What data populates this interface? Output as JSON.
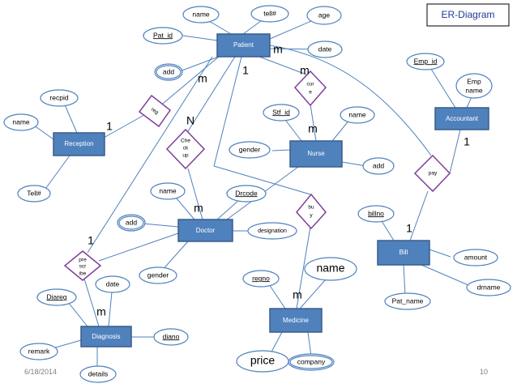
{
  "title": "ER-Diagram",
  "footer": {
    "date": "6/18/2014",
    "page": "10"
  },
  "entities": {
    "patient": "Patient",
    "reception": "Reception",
    "nurse": "Nurse",
    "accountant": "Accountant",
    "doctor": "Doctor",
    "bill": "Bill",
    "medicine": "Medicine",
    "diagnosis": "Diagnosis"
  },
  "relationships": {
    "reg": "reg",
    "cure": [
      "cur",
      "e"
    ],
    "checkup": [
      "Che",
      "ck",
      "up"
    ],
    "pay": "pay",
    "buy": [
      "bu",
      "y"
    ],
    "prescribe": [
      "pre",
      "scr",
      "ibe"
    ]
  },
  "attributes": {
    "patient_name": "name",
    "patient_tell": "tell#",
    "patient_age": "age",
    "patient_pat_id": "Pat_id",
    "patient_date": "date",
    "patient_add": "add",
    "reception_recpid": "recpid",
    "reception_name": "name",
    "reception_tell": "Tell#",
    "nurse_stf_id": "Stf_id",
    "nurse_name": "name",
    "nurse_gender": "gender",
    "nurse_add": "add",
    "accountant_emp_id": "Emp_id",
    "accountant_emp_name": [
      "Emp",
      "name"
    ],
    "doctor_name": "name",
    "doctor_drcode": "Drcode",
    "doctor_add": "add",
    "doctor_designation": "designation",
    "doctor_gender": "gender",
    "bill_billno": "billno",
    "bill_amount": "amount",
    "bill_drname": "drname",
    "bill_pat_name": "Pat_name",
    "medicine_regno": "regno",
    "medicine_name": "name",
    "medicine_price": "price",
    "medicine_company": "company",
    "diagnosis_diareg": "Diareg",
    "diagnosis_date": "date",
    "diagnosis_remark": "remark",
    "diagnosis_diano": "diano",
    "diagnosis_details": "details"
  },
  "cardinalities": {
    "patient_reg": "m",
    "reception_reg": "1",
    "patient_cure": "m",
    "nurse_cure": "m",
    "patient_checkup": "N",
    "doctor_checkup": "m",
    "patient_buy": "1",
    "medicine_buy": "m",
    "patient_m": "m",
    "accountant_pay": "1",
    "bill_pay": "1",
    "doctor_prescribe": "1",
    "diagnosis_prescribe": "m"
  }
}
